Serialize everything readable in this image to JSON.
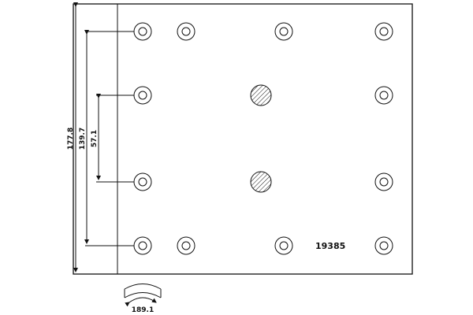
{
  "drawing": {
    "part_number": "19385",
    "dimensions": {
      "overall_height": "177.8",
      "outer_hole_spacing": "139.7",
      "inner_hole_spacing": "57.1",
      "arc_width": "189.1"
    }
  }
}
